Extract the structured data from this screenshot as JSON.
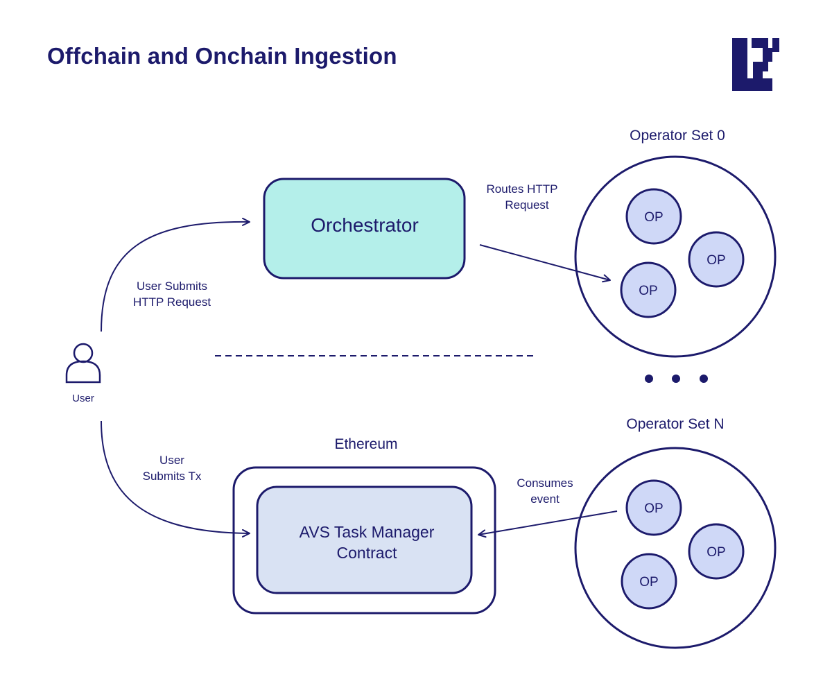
{
  "title": "Offchain and Onchain Ingestion",
  "colors": {
    "ink": "#1c1a6b",
    "orchestrator_fill": "#b4efea",
    "contract_fill": "#d9e2f3",
    "op_fill": "#cfd8f7",
    "background": "#ffffff"
  },
  "user": {
    "label": "User",
    "icon": "user-icon"
  },
  "logo": {
    "icon": "brand-logo-icon"
  },
  "orchestrator": {
    "label": "Orchestrator"
  },
  "ethereum": {
    "label": "Ethereum",
    "contract": {
      "line1": "AVS Task Manager",
      "line2": "Contract"
    }
  },
  "operator_sets": [
    {
      "label": "Operator Set 0",
      "nodes": [
        "OP",
        "OP",
        "OP"
      ]
    },
    {
      "label": "Operator Set N",
      "nodes": [
        "OP",
        "OP",
        "OP"
      ]
    }
  ],
  "edges": {
    "user_http": {
      "line1": "User Submits",
      "line2": "HTTP Request"
    },
    "routes_http": {
      "line1": "Routes HTTP",
      "line2": "Request"
    },
    "user_tx": {
      "line1": "User",
      "line2": "Submits Tx"
    },
    "consumes_event": {
      "line1": "Consumes",
      "line2": "event"
    }
  }
}
